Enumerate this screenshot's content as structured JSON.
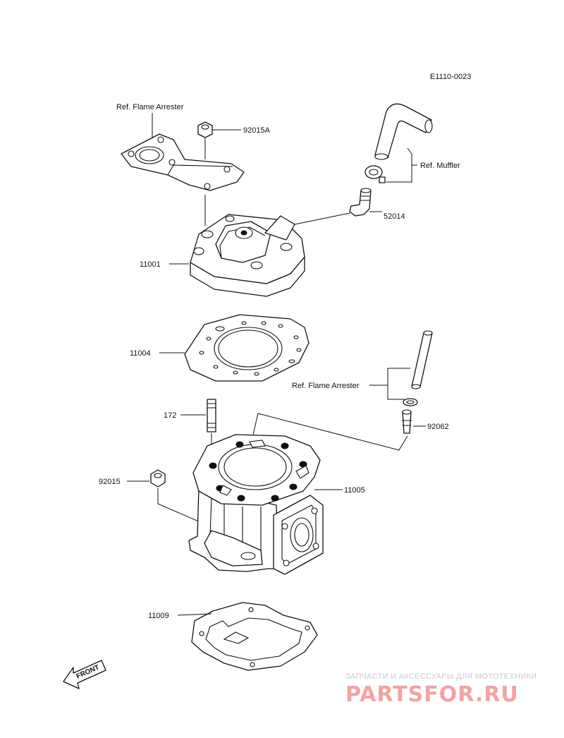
{
  "diagram": {
    "code": "E1110-0023",
    "labels": {
      "ref_flame_arrester_top": "Ref. Flame Arrester",
      "ref_muffler": "Ref. Muffler",
      "ref_flame_arrester_mid": "Ref. Flame Arrester"
    },
    "parts": {
      "nut_top": "92015A",
      "fitting": "52014",
      "head": "11001",
      "head_gasket": "11004",
      "stud": "172",
      "nipple": "92062",
      "nut_bottom": "92015",
      "cylinder": "11005",
      "base_gasket": "11009"
    },
    "front": "FRONT"
  },
  "watermark": {
    "tagline": "ЗАПЧАСТИ И АКСЕССУАРЫ ДЛЯ МОТОТЕХНИКИ",
    "site": "PARTSFOR.RU"
  }
}
